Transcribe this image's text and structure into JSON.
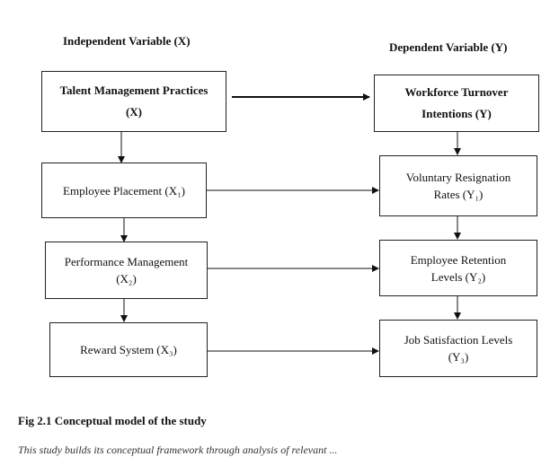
{
  "headings": {
    "independent": "Independent Variable (X)",
    "dependent": "Dependent Variable (Y)"
  },
  "independent_boxes": [
    {
      "line1": "Talent Management Practices",
      "line2": "(X)"
    },
    {
      "line1": "Employee Placement (X₁)",
      "line2": ""
    },
    {
      "line1": "Performance Management",
      "line2": "(X₂)"
    },
    {
      "line1": "Reward System (X₃)",
      "line2": ""
    }
  ],
  "dependent_boxes": [
    {
      "line1": "Workforce Turnover",
      "line2": "Intentions (Y)"
    },
    {
      "line1": "Voluntary Resignation",
      "line2": "Rates (Y₁)"
    },
    {
      "line1": "Employee Retention",
      "line2": "Levels (Y₂)"
    },
    {
      "line1": "Job Satisfaction Levels",
      "line2": "(Y₃)"
    }
  ],
  "caption": "Fig 2.1 Conceptual model of the study",
  "footer_text": "This study builds its conceptual framework through analysis of relevant ..."
}
